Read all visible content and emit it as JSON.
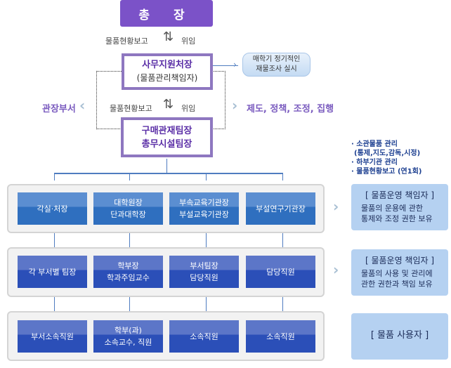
{
  "top": {
    "label": "총 장"
  },
  "arrows": {
    "report": "물품현황보고",
    "delegate": "위임"
  },
  "admin_head": {
    "title": "사무지원처장",
    "subtitle": "(물품관리책임자)"
  },
  "bubble": {
    "line1": "매학기 정기적인",
    "line2": "재물조사 실시"
  },
  "side": {
    "left": "관장부서",
    "right": "제도, 정책, 조정, 집행"
  },
  "team_head": {
    "line1": "구매관재팀장",
    "line2": "총무시설팀장"
  },
  "bullets": [
    "· 소관물품 관리",
    "  (통제,지도,감독,시정)",
    "· 하부기관 관리",
    "· 물품현황보고 (연1회)"
  ],
  "rows": [
    {
      "cells": [
        [
          "각실·처장"
        ],
        [
          "대학원장",
          "단과대학장"
        ],
        [
          "부속교육기관장",
          "부설교육기관장"
        ],
        [
          "부설연구기관장"
        ]
      ],
      "info": {
        "title": "[ 물품운영 책임자 ]",
        "lines": [
          "물품의 운용에 관한",
          "통제와 조정 권한 보유"
        ]
      }
    },
    {
      "cells": [
        [
          "각 부서별 팀장"
        ],
        [
          "학부장",
          "학과주임교수"
        ],
        [
          "부서팀장",
          "담당직원"
        ],
        [
          "담당직원"
        ]
      ],
      "info": {
        "title": "[ 물품운영 책임자 ]",
        "lines": [
          "물품의 사용 및 관리에",
          "관한 권한과 책임 보유"
        ]
      }
    },
    {
      "cells": [
        [
          "부서소속직원"
        ],
        [
          "학부(과)",
          "소속교수, 직원"
        ],
        [
          "소속직원"
        ],
        [
          "소속직원"
        ]
      ],
      "info": {
        "title": "[ 물품 사용자 ]",
        "lines": []
      }
    }
  ],
  "colors": {
    "president": "#7b52c8",
    "border": "#8e77c0",
    "cell": "#2f6fbf",
    "info": "#b5d1f1"
  }
}
